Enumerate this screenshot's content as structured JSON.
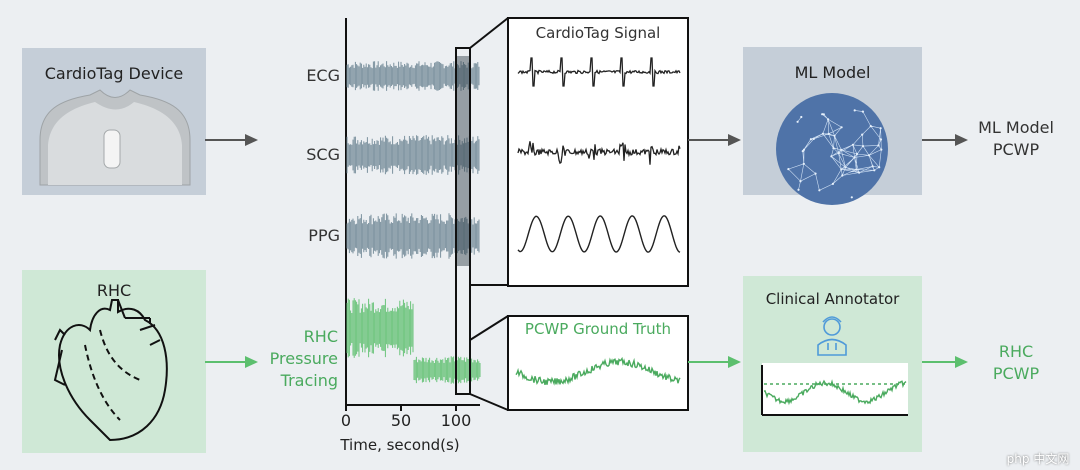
{
  "device": {
    "title": "CardioTag Device"
  },
  "rhc": {
    "title": "RHC"
  },
  "signals": {
    "ecg": "ECG",
    "scg": "SCG",
    "ppg": "PPG",
    "rhc_line1": "RHC",
    "rhc_line2": "Pressure",
    "rhc_line3": "Tracing"
  },
  "time_axis": {
    "ticks": [
      "0",
      "50",
      "100"
    ],
    "label": "Time, second(s)"
  },
  "cardiotag_signal": {
    "title": "CardioTag Signal"
  },
  "ground_truth": {
    "title": "PCWP Ground Truth"
  },
  "ml_model": {
    "title": "ML Model"
  },
  "ml_output": {
    "line1": "ML Model",
    "line2": "PCWP"
  },
  "annotator": {
    "title": "Clinical Annotator"
  },
  "rhc_output": {
    "line1": "RHC",
    "line2": "PCWP"
  },
  "watermark": "php 中文网",
  "colors": {
    "blue_panel": "#c5ced8",
    "green_panel": "#cfe8d6",
    "signal_gray": "#6f8795",
    "signal_green": "#5cbf6e",
    "text_dark": "#2b2b2b",
    "text_green": "#4aaa5e"
  }
}
